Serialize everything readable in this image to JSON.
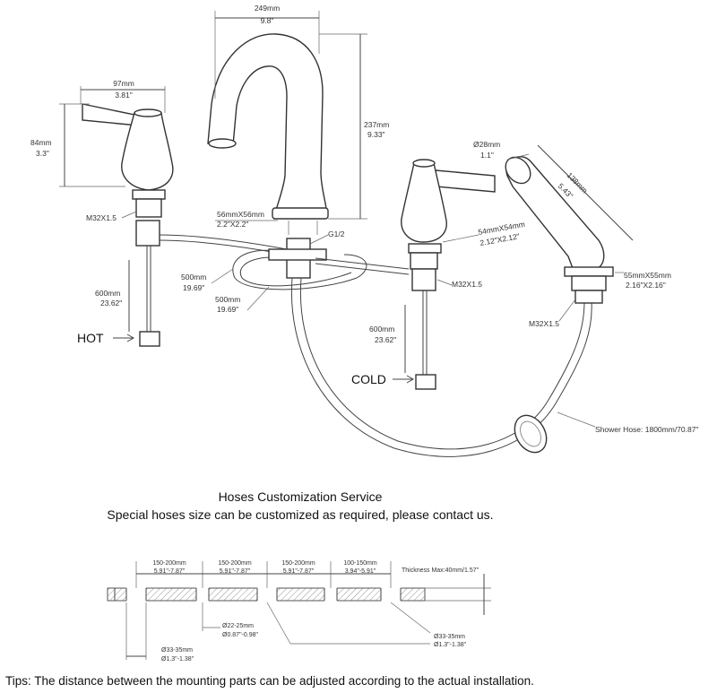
{
  "dims": {
    "spout_width_mm": "249mm",
    "spout_width_in": "9.8\"",
    "spout_height_mm": "237mm",
    "spout_height_in": "9.33\"",
    "handle_width_mm": "97mm",
    "handle_width_in": "3.81\"",
    "handle_height_mm": "84mm",
    "handle_height_in": "3.3\"",
    "spout_base_mm": "56mmX56mm",
    "spout_base_in": "2.2\"X2.2\"",
    "thread_left": "M32X1.5",
    "thread_right": "M32X1.5",
    "thread_shower": "M32X1.5",
    "g_thread": "G1/2",
    "handle_base_mm": "54mmX54mm",
    "handle_base_in": "2.12\"X2.12\"",
    "sprayer_dia_mm": "Ø28mm",
    "sprayer_dia_in": "1.1\"",
    "sprayer_len_mm": "138mm",
    "sprayer_len_in": "5.43\"",
    "shower_base_mm": "55mmX55mm",
    "shower_base_in": "2.16\"X2.16\"",
    "hose1_mm": "500mm",
    "hose1_in": "19.69\"",
    "hose2_mm": "500mm",
    "hose2_in": "19.69\"",
    "supply_left_mm": "600mm",
    "supply_left_in": "23.62\"",
    "supply_right_mm": "600mm",
    "supply_right_in": "23.62\"",
    "shower_hose": "Shower Hose: 1800mm/70.87\""
  },
  "labels": {
    "hot": "HOT",
    "cold": "COLD"
  },
  "service": {
    "title": "Hoses Customization Service",
    "subtitle": "Special hoses size can be customized as required, please contact us."
  },
  "mounting": {
    "spacings": [
      {
        "mm": "150-200mm",
        "in": "5.91\"-7.87\""
      },
      {
        "mm": "150-200mm",
        "in": "5.91\"-7.87\""
      },
      {
        "mm": "150-200mm",
        "in": "5.91\"-7.87\""
      },
      {
        "mm": "100-150mm",
        "in": "3.94\"-5.91\""
      }
    ],
    "thickness": "Thickness Max:40mm/1.57\"",
    "hole_small_mm": "Ø22-25mm",
    "hole_small_in": "Ø0.87\"-0.98\"",
    "hole_right_mm": "Ø33-35mm",
    "hole_right_in": "Ø1.3\"-1.38\"",
    "hole_left_mm": "Ø33-35mm",
    "hole_left_in": "Ø1.3\"-1.38\""
  },
  "tips": "Tips: The distance between the mounting parts can be adjusted according to the actual installation."
}
